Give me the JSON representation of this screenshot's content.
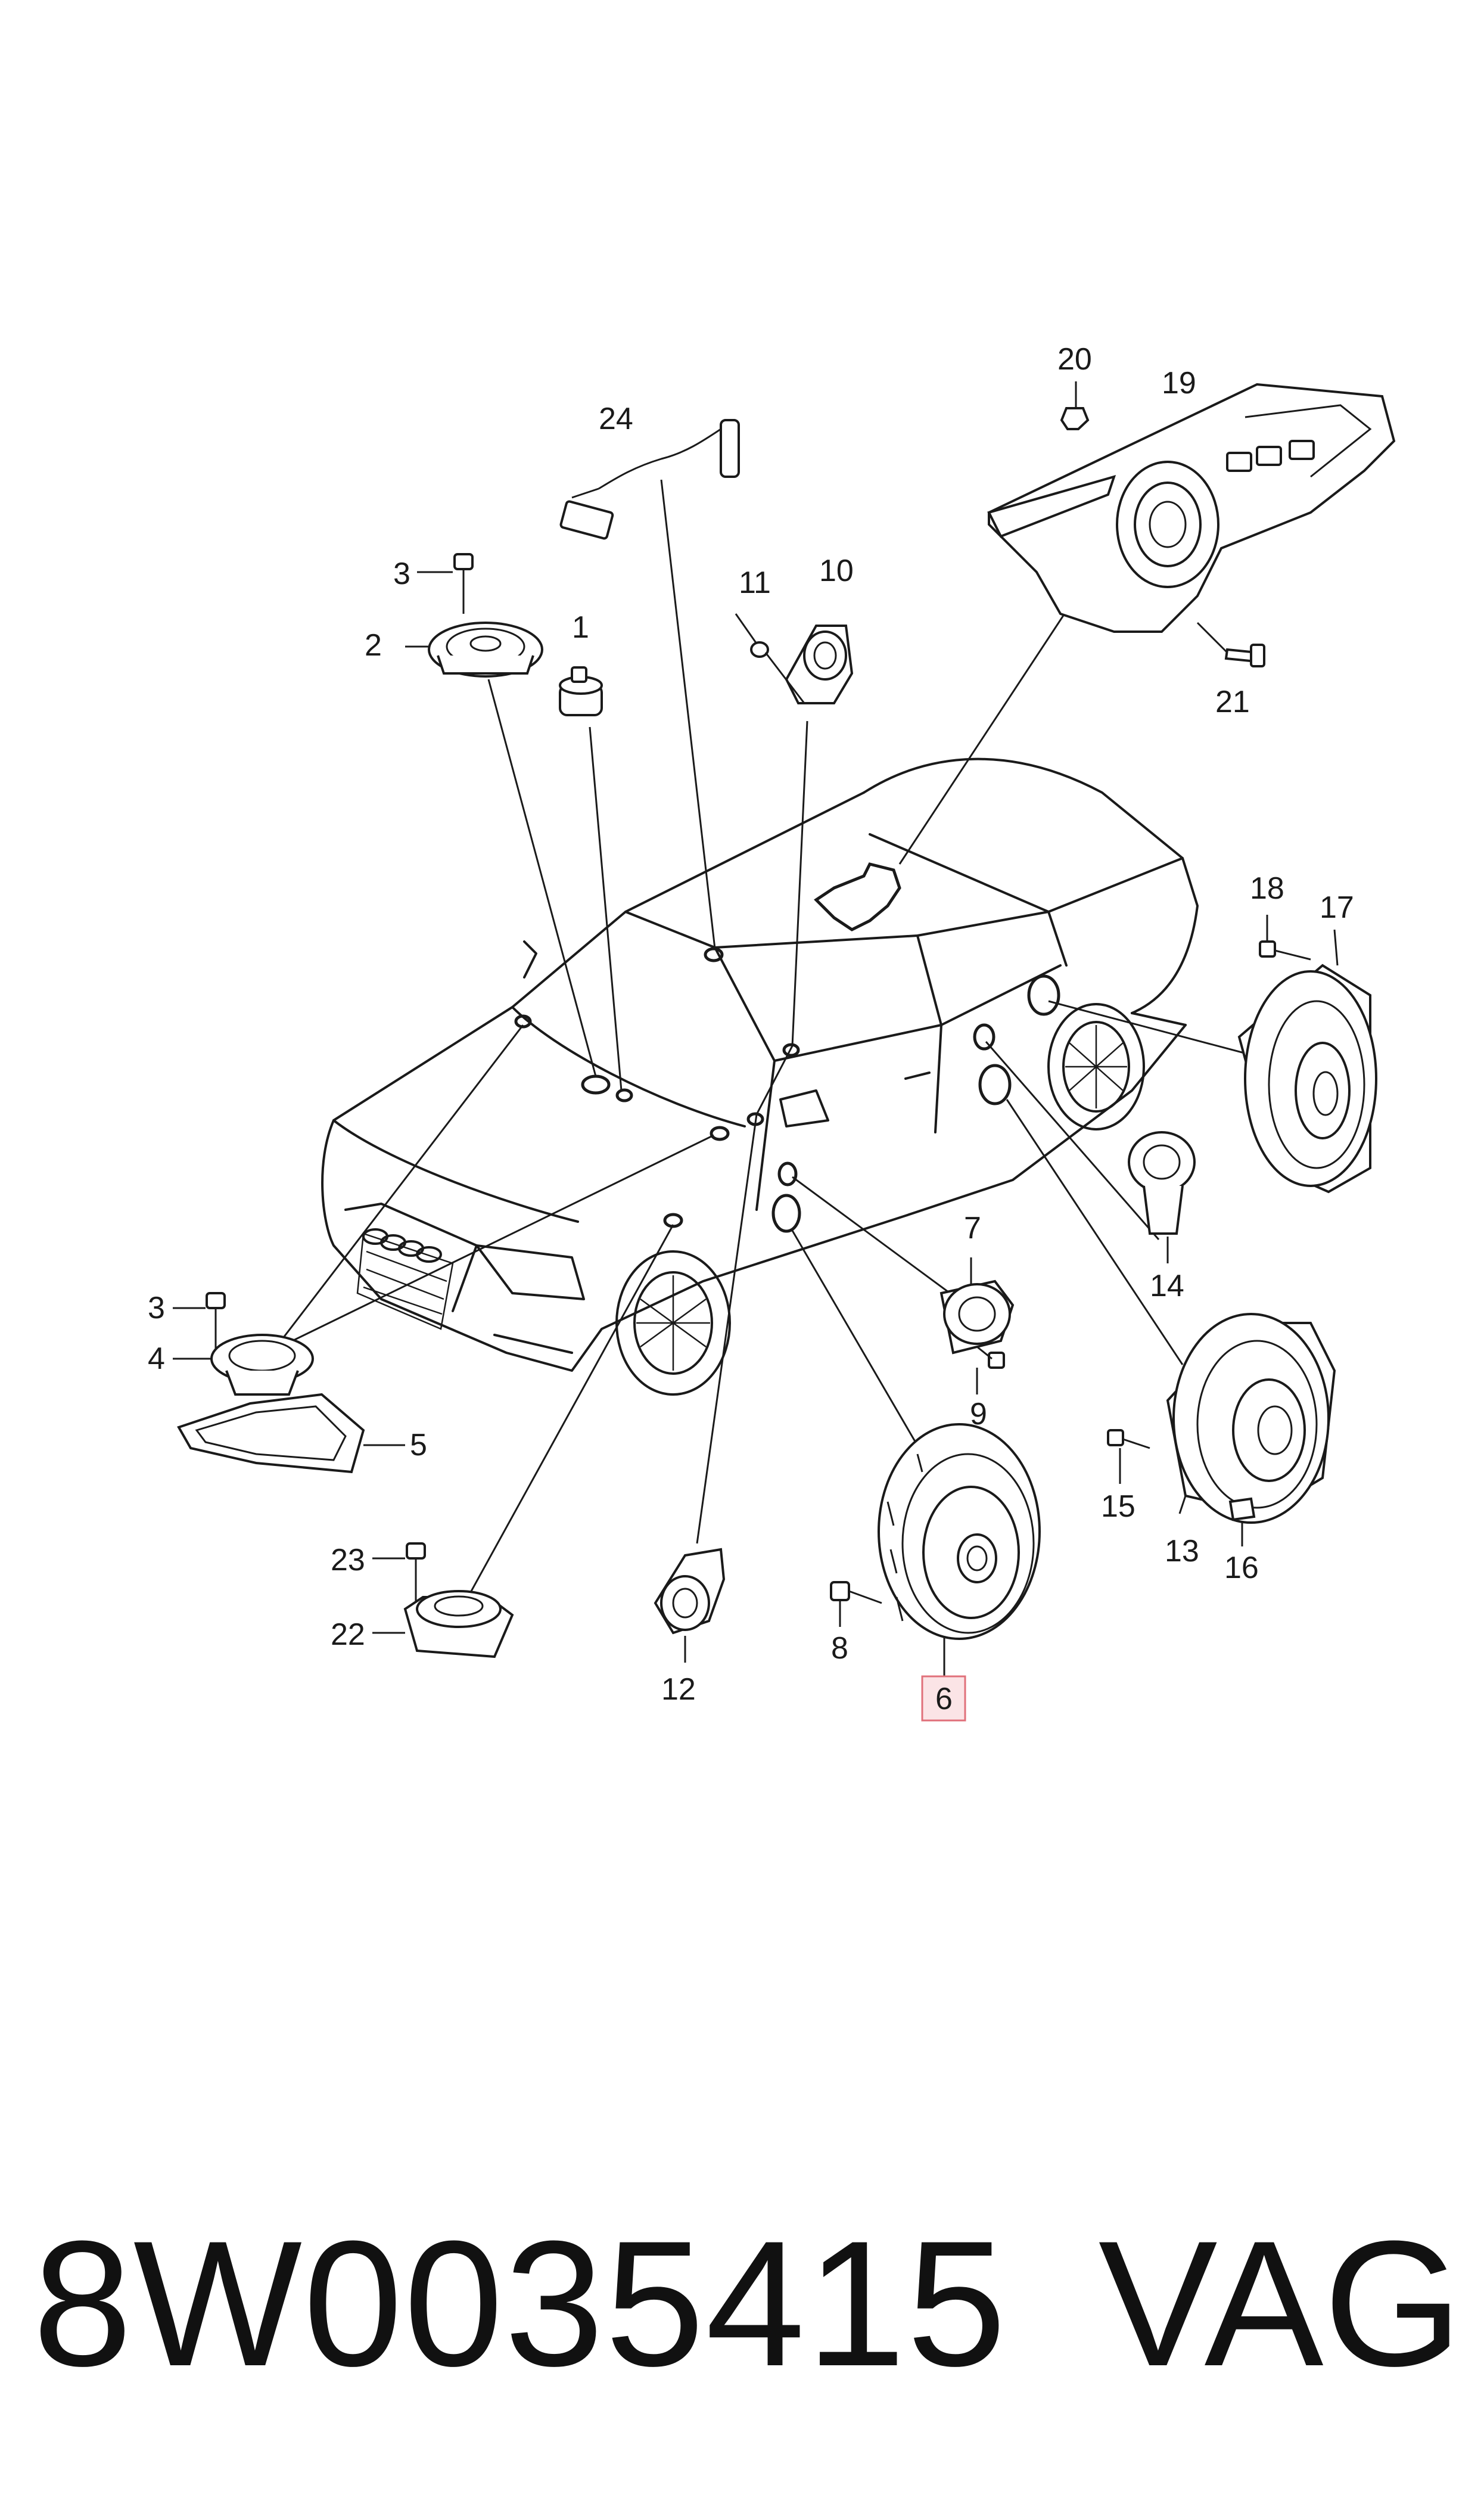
{
  "diagram": {
    "callouts": {
      "c1": "1",
      "c2": "2",
      "c3a": "3",
      "c3b": "3",
      "c4": "4",
      "c5": "5",
      "c6": "6",
      "c7": "7",
      "c8": "8",
      "c9": "9",
      "c10": "10",
      "c11": "11",
      "c12": "12",
      "c13": "13",
      "c14": "14",
      "c15": "15",
      "c16": "16",
      "c17": "17",
      "c18": "18",
      "c19": "19",
      "c20": "20",
      "c21": "21",
      "c22": "22",
      "c23": "23",
      "c24": "24"
    },
    "highlighted_callout": "6",
    "highlight_color": "#e0707a"
  },
  "footer": {
    "part_number": "8W0035415",
    "brand": "VAG"
  }
}
